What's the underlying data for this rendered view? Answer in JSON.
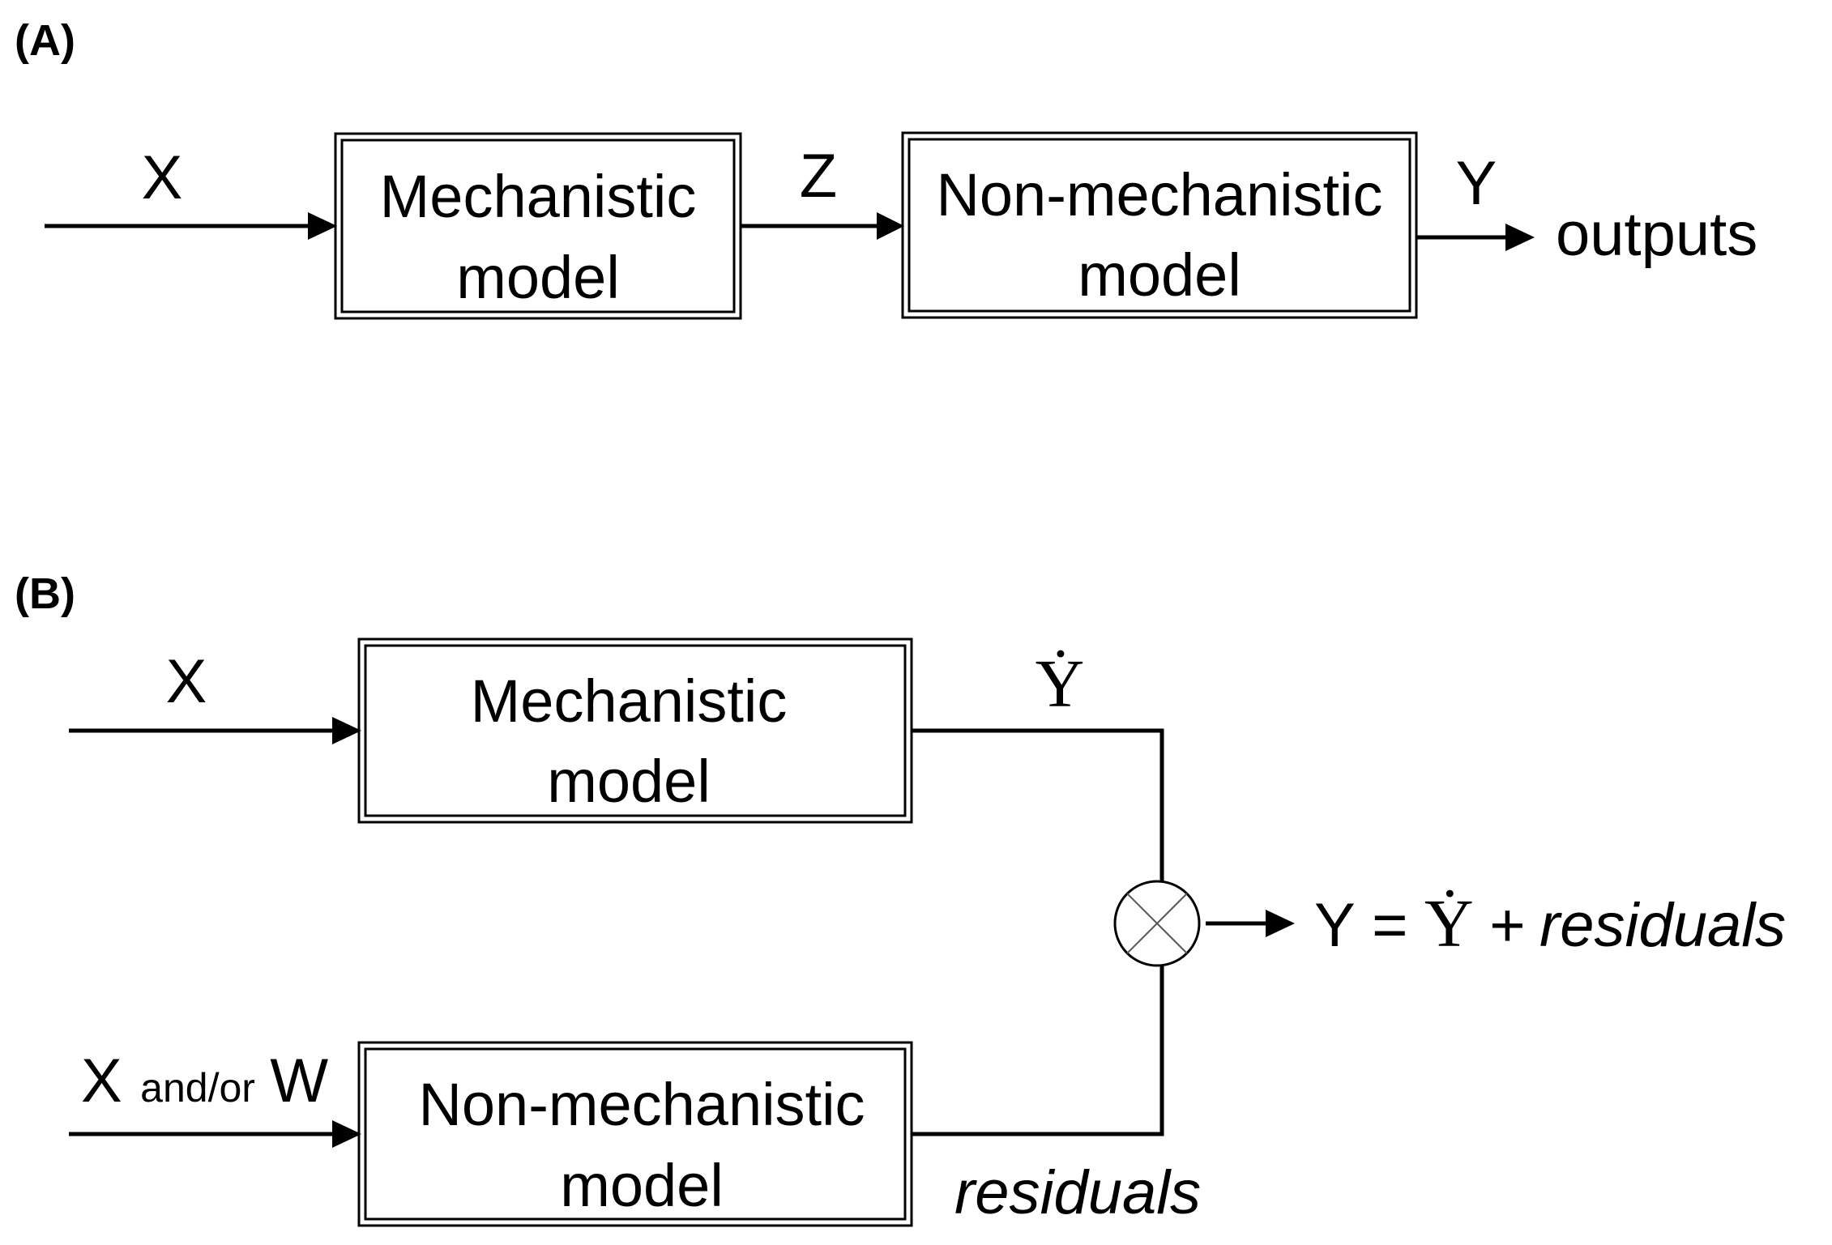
{
  "panel_a": {
    "label": "(A)",
    "input_label": "X",
    "box1": {
      "line1": "Mechanistic",
      "line2": "model"
    },
    "intermediate_label": "Z",
    "box2": {
      "line1": "Non-mechanistic",
      "line2": "model"
    },
    "output_var": "Y",
    "output_text": "outputs"
  },
  "panel_b": {
    "label": "(B)",
    "input_top": "X",
    "box1": {
      "line1": "Mechanistic",
      "line2": "model"
    },
    "yhat_label": "Ẏ",
    "input_bottom_x": "X",
    "input_bottom_join": "and/or",
    "input_bottom_w": "W",
    "box2": {
      "line1": "Non-mechanistic",
      "line2": "model"
    },
    "residuals_label": "residuals",
    "combiner_symbol": "multiply-circle-icon",
    "output_y": "Y",
    "output_eq": "=",
    "output_yhat": "Ẏ",
    "output_plus": "+",
    "output_residuals": "residuals"
  }
}
